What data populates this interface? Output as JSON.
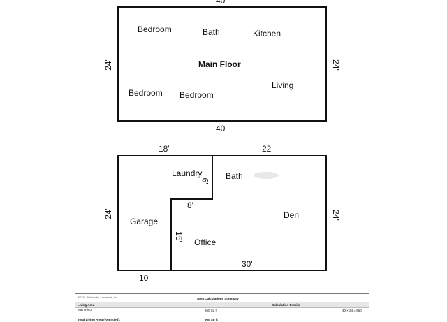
{
  "main_floor": {
    "title": "Main Floor",
    "top_dimension": "40'",
    "bottom_dimension": "40'",
    "left_dimension": "24'",
    "right_dimension": "24'",
    "rooms": [
      "Bedroom",
      "Bath",
      "Kitchen",
      "Bedroom",
      "Bedroom",
      "Living"
    ]
  },
  "lower_floor": {
    "top_left_dimension": "18'",
    "top_right_dimension": "22'",
    "left_dimension": "24'",
    "right_dimension": "24'",
    "laundry_dimension": "6'",
    "step_dimension": "8'",
    "office_dimension": "15'",
    "bottom_left_dimension": "10'",
    "bottom_right_dimension": "30'",
    "rooms": {
      "laundry": "Laundry",
      "bath": "Bath",
      "garage": "Garage",
      "den": "Den",
      "office": "Office"
    }
  },
  "footer": {
    "credit": "TOTAL Sketch by a la mode, inc.",
    "summary_title": "Area Calculations Summary",
    "living_area_header": "Living Area",
    "calc_details_header": "Calculation Details",
    "row_label": "Main Floor",
    "row_sqft": "960 Sq ft",
    "row_calc": "40 × 24 = 960",
    "total_label": "Total Living Area (Rounded):",
    "total_sqft": "960 Sq ft"
  }
}
